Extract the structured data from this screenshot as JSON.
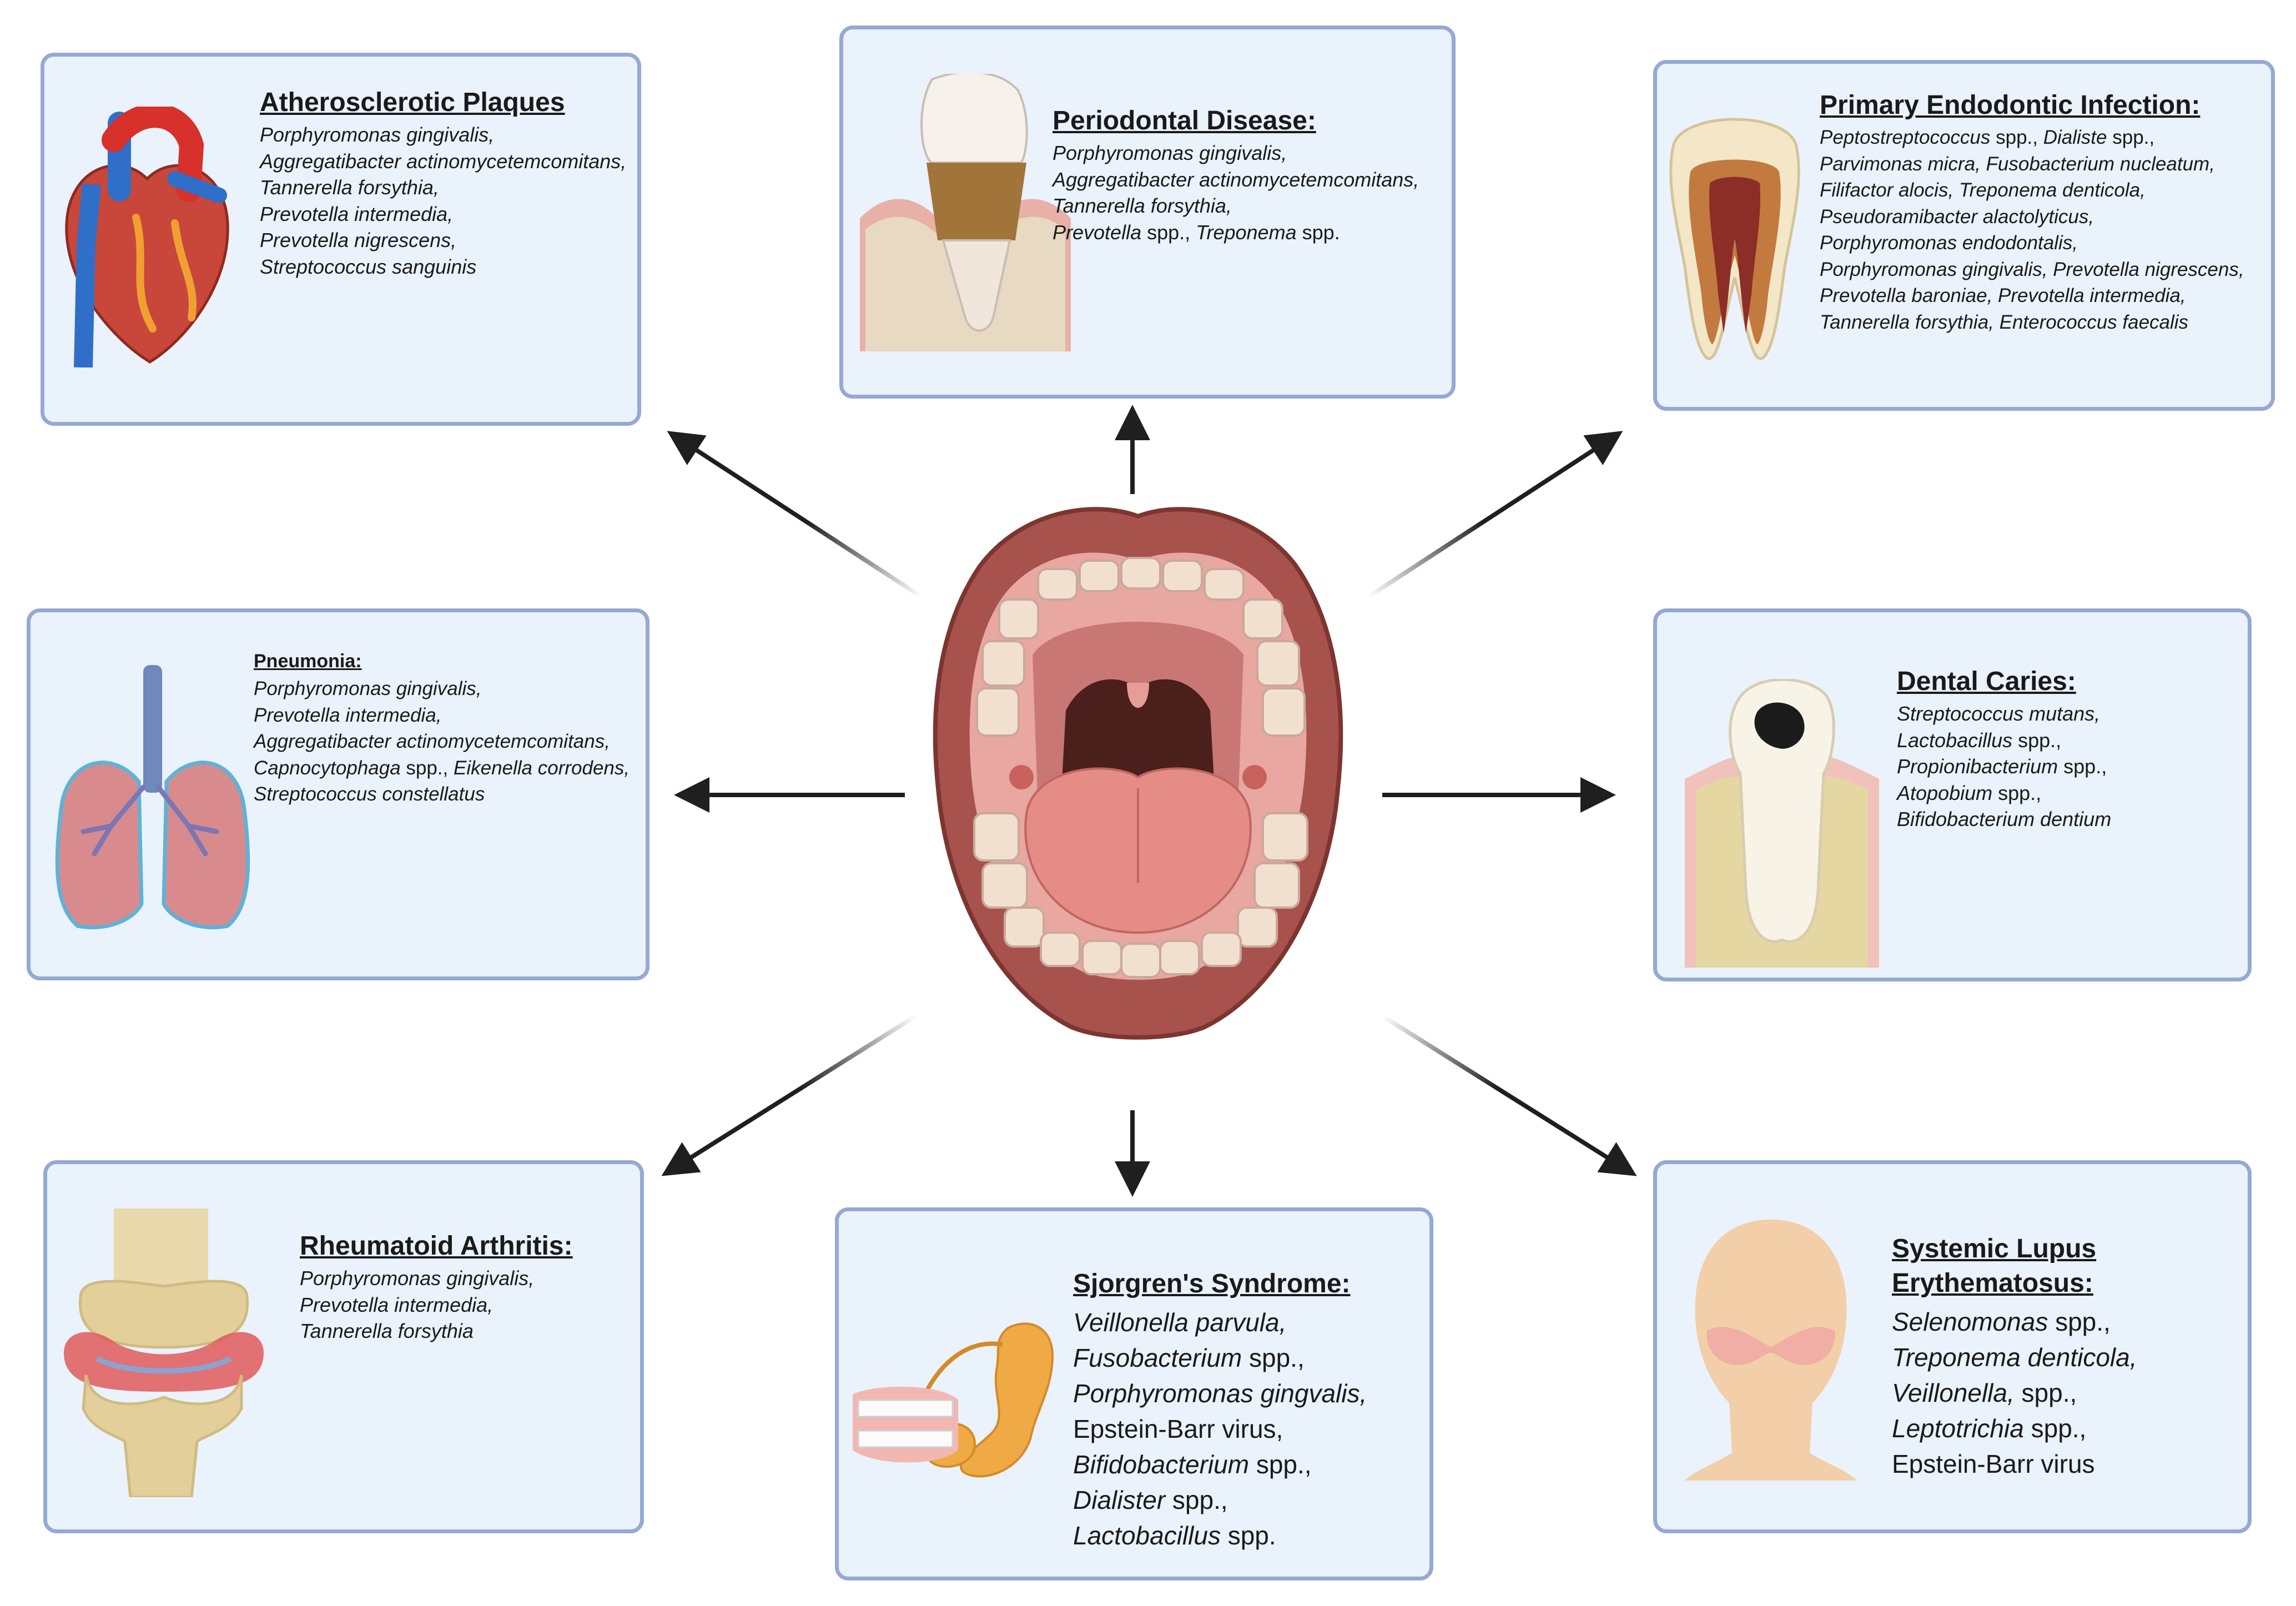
{
  "boxes": {
    "atherosclerotic": {
      "title": "Atherosclerotic Plaques",
      "items": [
        [
          {
            "t": "Porphyromonas gingivalis,",
            "i": true
          }
        ],
        [
          {
            "t": "Aggregatibacter actinomycetemcomitans,",
            "i": true
          }
        ],
        [
          {
            "t": "Tannerella forsythia,",
            "i": true
          }
        ],
        [
          {
            "t": "Prevotella intermedia,",
            "i": true
          }
        ],
        [
          {
            "t": "Prevotella nigrescens,",
            "i": true
          }
        ],
        [
          {
            "t": "Streptococcus sanguinis",
            "i": true
          }
        ]
      ]
    },
    "periodontal": {
      "title": "Periodontal Disease:",
      "items": [
        [
          {
            "t": "Porphyromonas gingivalis,",
            "i": true
          }
        ],
        [
          {
            "t": "Aggregatibacter actinomycetemcomitans,",
            "i": true
          }
        ],
        [
          {
            "t": "Tannerella forsythia,",
            "i": true
          }
        ],
        [
          {
            "t": "Prevotella",
            "i": true
          },
          {
            "t": " spp., ",
            "i": false
          },
          {
            "t": "Treponema",
            "i": true
          },
          {
            "t": " spp.",
            "i": false
          }
        ]
      ]
    },
    "endodontic": {
      "title": "Primary Endodontic Infection:",
      "items": [
        [
          {
            "t": "Peptostreptococcus",
            "i": true
          },
          {
            "t": " spp., ",
            "i": false
          },
          {
            "t": "Dialiste",
            "i": true
          },
          {
            "t": " spp.,",
            "i": false
          }
        ],
        [
          {
            "t": "Parvimonas micra, Fusobacterium nucleatum,",
            "i": true
          }
        ],
        [
          {
            "t": "Filifactor alocis, Treponema denticola,",
            "i": true
          }
        ],
        [
          {
            "t": "Pseudoramibacter alactolyticus,",
            "i": true
          }
        ],
        [
          {
            "t": "Porphyromonas endodontalis,",
            "i": true
          }
        ],
        [
          {
            "t": "Porphyromonas gingivalis,  Prevotella nigrescens,",
            "i": true
          }
        ],
        [
          {
            "t": "Prevotella baroniae, Prevotella intermedia,",
            "i": true
          }
        ],
        [
          {
            "t": "Tannerella forsythia, Enterococcus faecalis",
            "i": true
          }
        ]
      ]
    },
    "pneumonia": {
      "title": "Pneumonia:",
      "items": [
        [
          {
            "t": "Porphyromonas gingivalis,",
            "i": true
          }
        ],
        [
          {
            "t": "Prevotella intermedia,",
            "i": true
          }
        ],
        [
          {
            "t": "Aggregatibacter actinomycetemcomitans,",
            "i": true
          }
        ],
        [
          {
            "t": "Capnocytophaga",
            "i": true
          },
          {
            "t": " spp., ",
            "i": false
          },
          {
            "t": "Eikenella corrodens,",
            "i": true
          }
        ],
        [
          {
            "t": "Streptococcus constellatus",
            "i": true
          }
        ]
      ]
    },
    "caries": {
      "title": "Dental Caries:",
      "items": [
        [
          {
            "t": "Streptococcus mutans,",
            "i": true
          }
        ],
        [
          {
            "t": "Lactobacillus",
            "i": true
          },
          {
            "t": " spp.,",
            "i": false
          }
        ],
        [
          {
            "t": "Propionibacterium",
            "i": true
          },
          {
            "t": " spp.,",
            "i": false
          }
        ],
        [
          {
            "t": "Atopobium",
            "i": true
          },
          {
            "t": " spp.,",
            "i": false
          }
        ],
        [
          {
            "t": "Bifidobacterium dentium",
            "i": true
          }
        ]
      ]
    },
    "arthritis": {
      "title": "Rheumatoid Arthritis:",
      "items": [
        [
          {
            "t": "Porphyromonas gingivalis,",
            "i": true
          }
        ],
        [
          {
            "t": "Prevotella intermedia,",
            "i": true
          }
        ],
        [
          {
            "t": "Tannerella forsythia",
            "i": true
          }
        ]
      ]
    },
    "sjogren": {
      "title": "Sjorgren's Syndrome:",
      "items": [
        [
          {
            "t": "Veillonella parvula,",
            "i": true
          }
        ],
        [
          {
            "t": "Fusobacterium",
            "i": true
          },
          {
            "t": " spp.,",
            "i": false
          }
        ],
        [
          {
            "t": "Porphyromonas gingvalis,",
            "i": true
          }
        ],
        [
          {
            "t": "Epstein-Barr virus,",
            "i": false
          }
        ],
        [
          {
            "t": "Bifidobacterium",
            "i": true
          },
          {
            "t": " spp.,",
            "i": false
          }
        ],
        [
          {
            "t": "Dialister",
            "i": true
          },
          {
            "t": " spp.,",
            "i": false
          }
        ],
        [
          {
            "t": "Lactobacillus",
            "i": true
          },
          {
            "t": " spp.",
            "i": false
          }
        ]
      ]
    },
    "lupus": {
      "title_lines": [
        "Systemic Lupus",
        "Erythematosus:"
      ],
      "items": [
        [
          {
            "t": "Selenomonas",
            "i": true
          },
          {
            "t": " spp.,",
            "i": false
          }
        ],
        [
          {
            "t": "Treponema denticola,",
            "i": true
          }
        ],
        [
          {
            "t": "Veillonella,",
            "i": true
          },
          {
            "t": " spp.,",
            "i": false
          }
        ],
        [
          {
            "t": "Leptotrichia",
            "i": true
          },
          {
            "t": " spp.,",
            "i": false
          }
        ],
        [
          {
            "t": "Epstein-Barr virus",
            "i": false
          }
        ]
      ]
    }
  },
  "colors": {
    "box_fill": "#eaf2fc",
    "box_border": "#95a9d3",
    "arrow": "#1f1f1f"
  }
}
